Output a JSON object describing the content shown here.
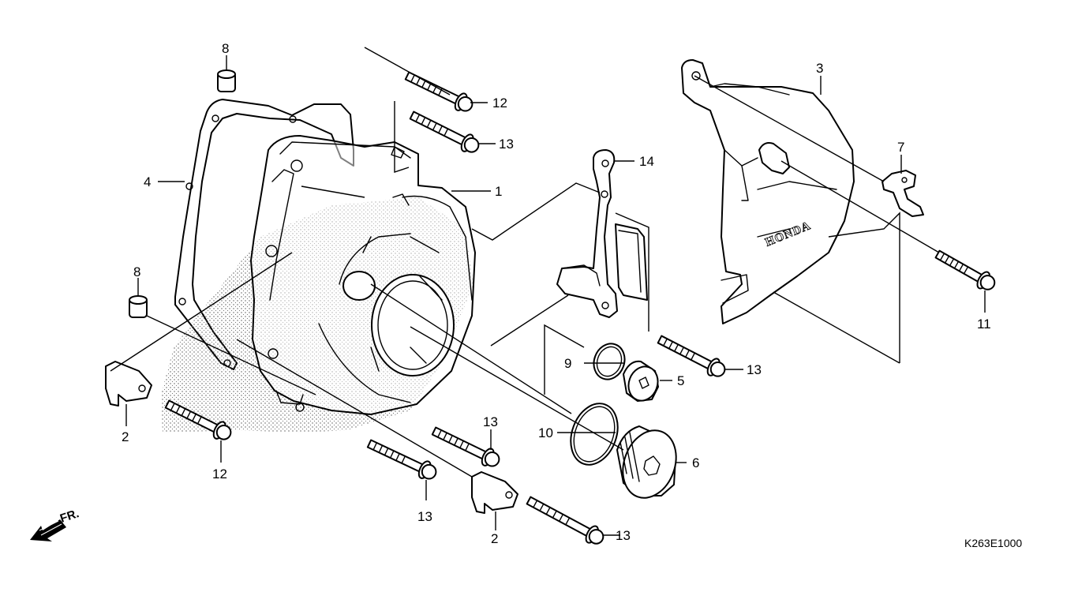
{
  "diagram_code": "K263E1000",
  "direction_label": "FR.",
  "brand_mark": "HONDA",
  "callouts": [
    "1",
    "2",
    "2",
    "3",
    "4",
    "5",
    "6",
    "7",
    "8",
    "8",
    "9",
    "10",
    "11",
    "12",
    "12",
    "13",
    "13",
    "13",
    "13",
    "13",
    "14"
  ]
}
